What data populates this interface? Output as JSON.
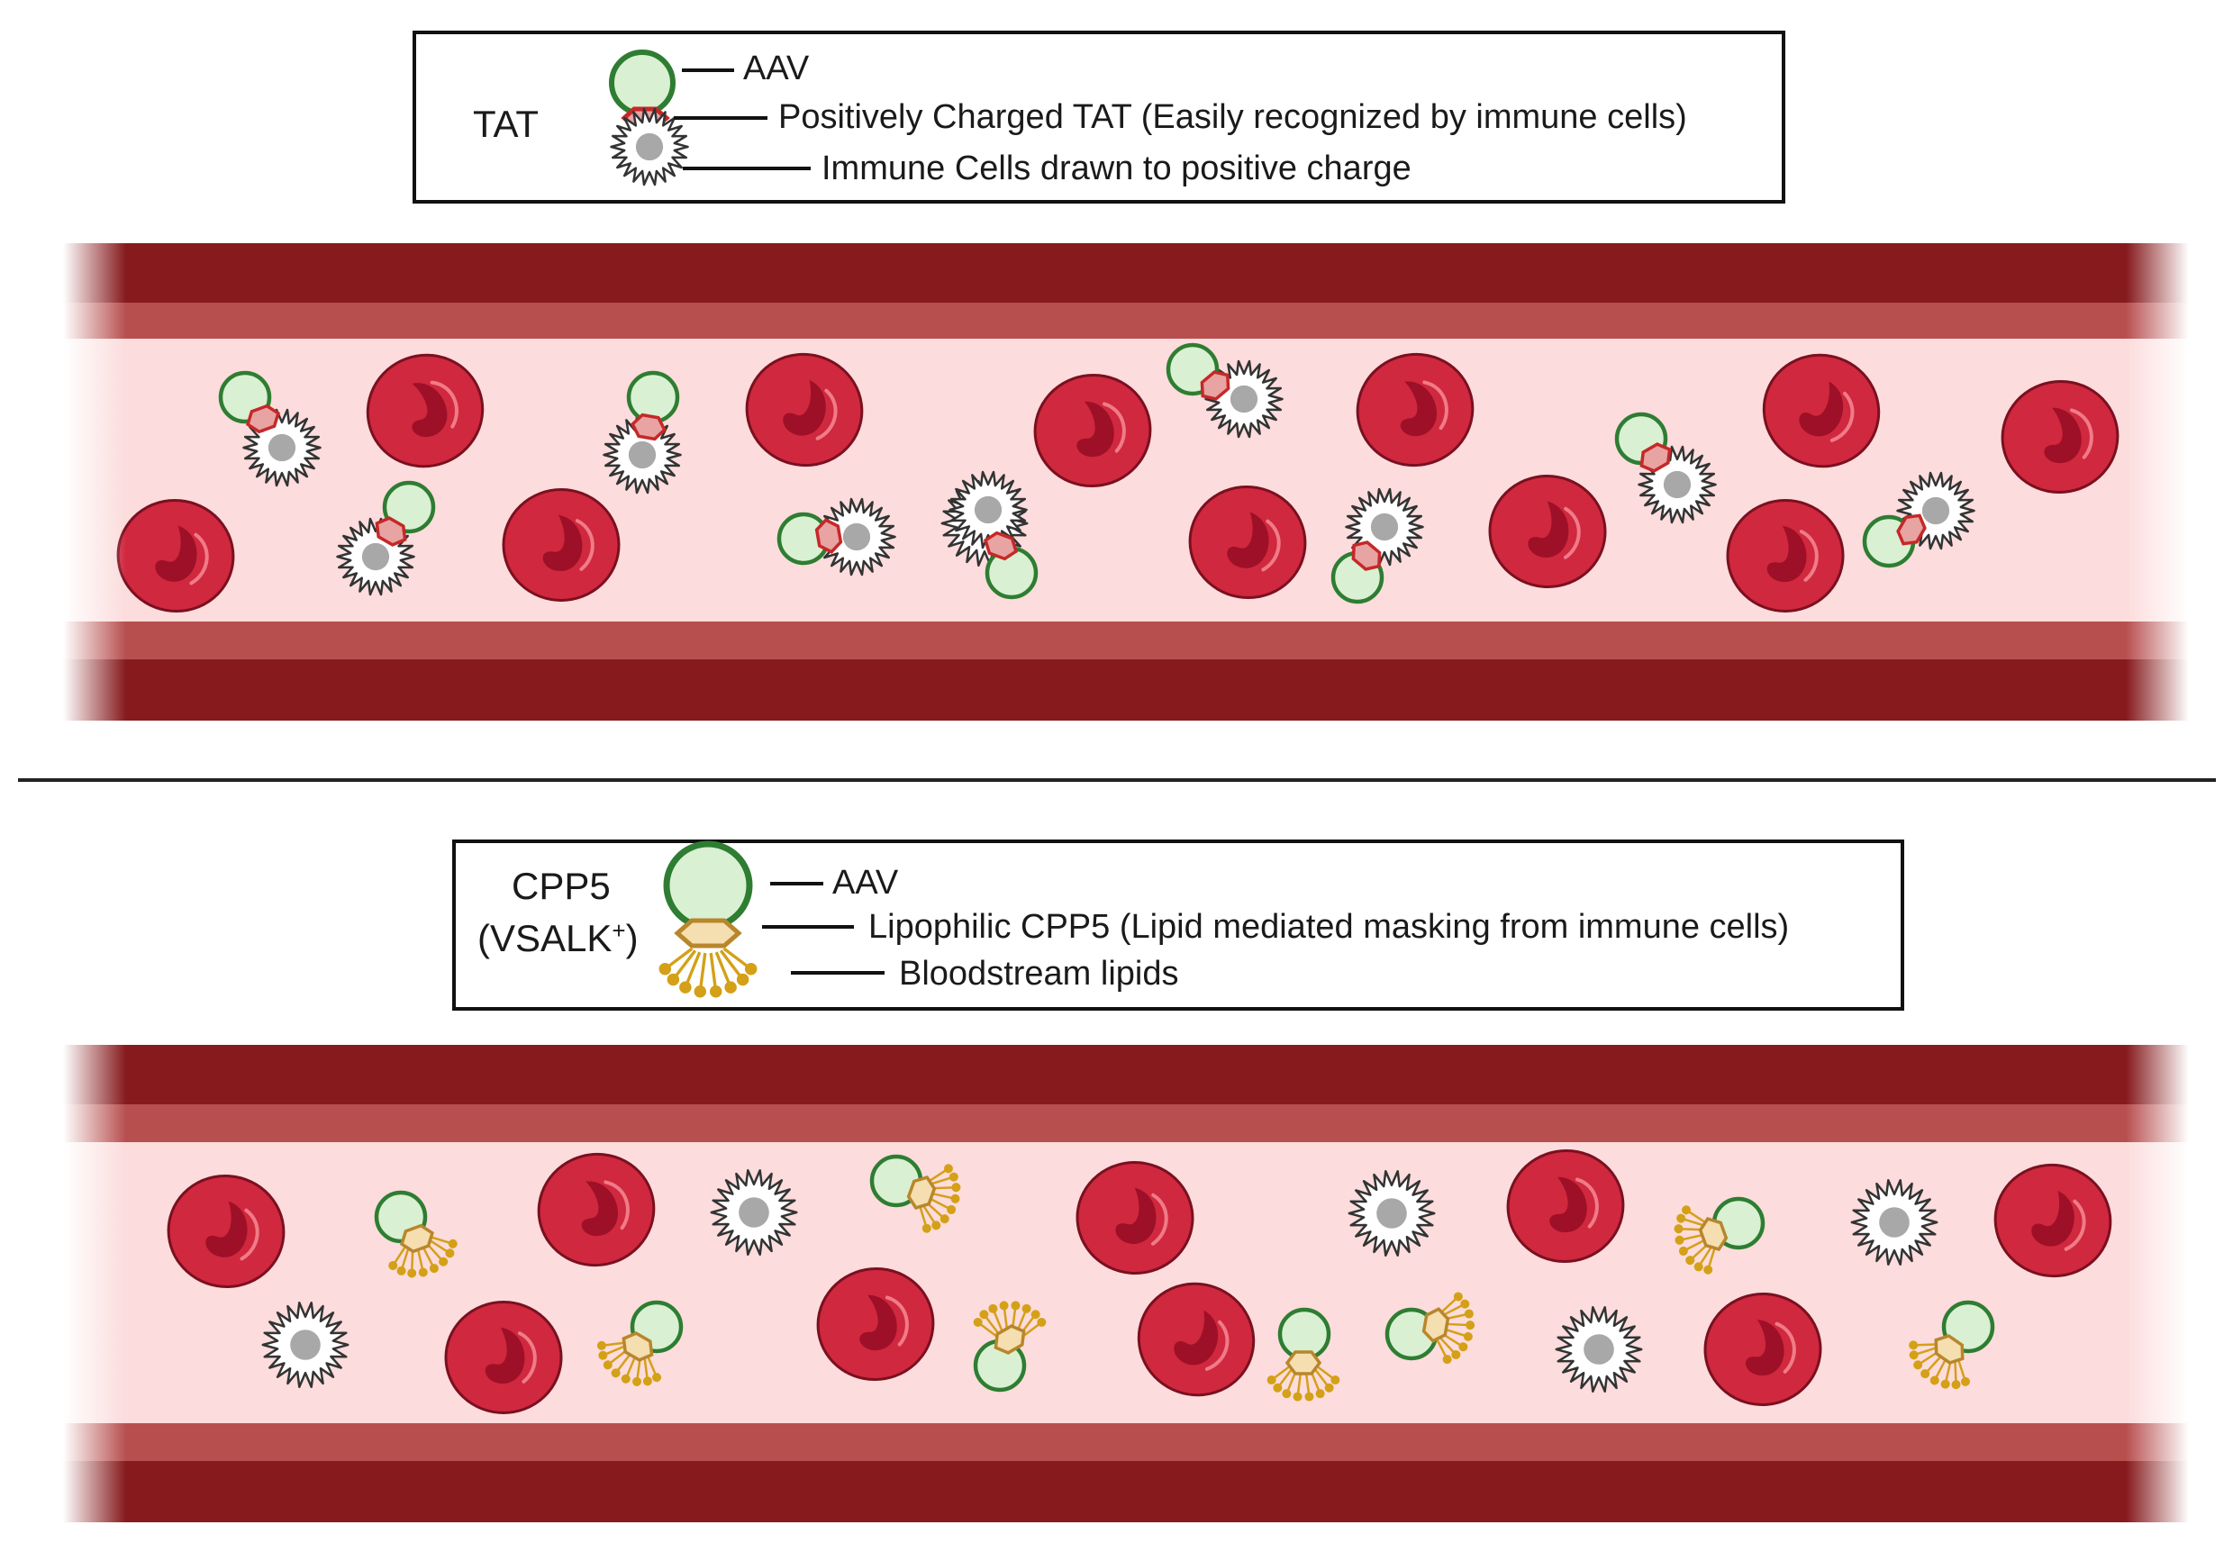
{
  "panels": [
    {
      "id": "tat",
      "title_lines": [
        "TAT"
      ],
      "legend": [
        {
          "label": "AAV",
          "icon": "aav-icon"
        },
        {
          "label": "Positively Charged TAT (Easily recognized by immune cells)",
          "icon": "tat-peptide-icon"
        },
        {
          "label": "Immune Cells drawn to positive charge",
          "icon": "immune-cell-icon"
        }
      ],
      "colors": {
        "aav_fill": "#d9f0d3",
        "aav_stroke": "#2e7d32",
        "peptide_fill": "#e8a3a3",
        "peptide_stroke": "#c62828"
      }
    },
    {
      "id": "cpp5",
      "title_lines": [
        "CPP5",
        "(VSALK",
        "+",
        ")"
      ],
      "legend": [
        {
          "label": "AAV",
          "icon": "aav-icon"
        },
        {
          "label": "Lipophilic CPP5 (Lipid mediated masking from immune cells)",
          "icon": "cpp5-peptide-icon"
        },
        {
          "label": "Bloodstream lipids",
          "icon": "lipid-icon"
        }
      ],
      "colors": {
        "aav_fill": "#d9f0d3",
        "aav_stroke": "#2e7d32",
        "peptide_fill": "#f5deb0",
        "peptide_stroke": "#b8862b",
        "lipid": "#d4a017"
      }
    }
  ],
  "colors": {
    "vessel_wall_dark": "#861a1d",
    "vessel_wall_mid": "#b84f4f",
    "vessel_lumen": "#fcdcdc",
    "red_blood_cell": "#d0283e",
    "red_blood_cell_dark": "#9e1028",
    "immune_cell_nucleus": "#a8a8a8",
    "divider": "#222222"
  }
}
